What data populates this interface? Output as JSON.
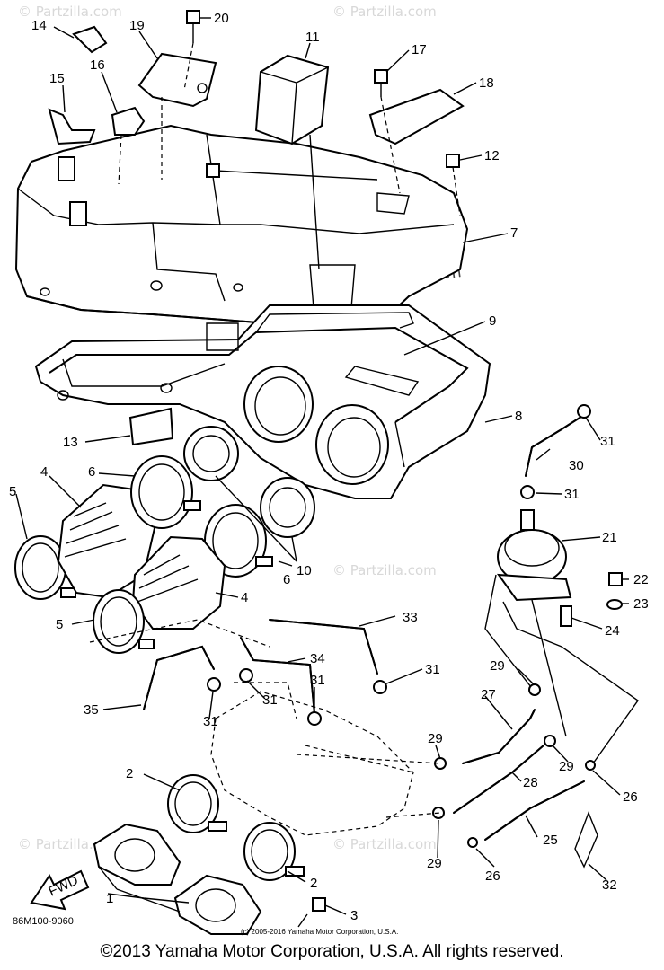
{
  "watermark": {
    "brand": "Partzilla.com",
    "small": "© Partzilla.com"
  },
  "labels": [
    {
      "id": "1",
      "text": "1"
    },
    {
      "id": "2a",
      "text": "2"
    },
    {
      "id": "2b",
      "text": "2"
    },
    {
      "id": "3",
      "text": "3"
    },
    {
      "id": "4a",
      "text": "4"
    },
    {
      "id": "4b",
      "text": "4"
    },
    {
      "id": "5a",
      "text": "5"
    },
    {
      "id": "5b",
      "text": "5"
    },
    {
      "id": "6a",
      "text": "6"
    },
    {
      "id": "6b",
      "text": "6"
    },
    {
      "id": "7",
      "text": "7"
    },
    {
      "id": "8",
      "text": "8"
    },
    {
      "id": "9",
      "text": "9"
    },
    {
      "id": "10",
      "text": "10"
    },
    {
      "id": "11",
      "text": "11"
    },
    {
      "id": "12",
      "text": "12"
    },
    {
      "id": "13",
      "text": "13"
    },
    {
      "id": "14",
      "text": "14"
    },
    {
      "id": "15",
      "text": "15"
    },
    {
      "id": "16",
      "text": "16"
    },
    {
      "id": "17",
      "text": "17"
    },
    {
      "id": "18",
      "text": "18"
    },
    {
      "id": "19",
      "text": "19"
    },
    {
      "id": "20",
      "text": "20"
    },
    {
      "id": "21",
      "text": "21"
    },
    {
      "id": "22",
      "text": "22"
    },
    {
      "id": "23",
      "text": "23"
    },
    {
      "id": "24",
      "text": "24"
    },
    {
      "id": "25",
      "text": "25"
    },
    {
      "id": "26a",
      "text": "26"
    },
    {
      "id": "26b",
      "text": "26"
    },
    {
      "id": "27",
      "text": "27"
    },
    {
      "id": "28",
      "text": "28"
    },
    {
      "id": "29a",
      "text": "29"
    },
    {
      "id": "29b",
      "text": "29"
    },
    {
      "id": "29c",
      "text": "29"
    },
    {
      "id": "29d",
      "text": "29"
    },
    {
      "id": "30",
      "text": "30"
    },
    {
      "id": "31a",
      "text": "31"
    },
    {
      "id": "31b",
      "text": "31"
    },
    {
      "id": "31c",
      "text": "31"
    },
    {
      "id": "31d",
      "text": "31"
    },
    {
      "id": "31e",
      "text": "31"
    },
    {
      "id": "31f",
      "text": "31"
    },
    {
      "id": "32",
      "text": "32"
    },
    {
      "id": "33",
      "text": "33"
    },
    {
      "id": "34",
      "text": "34"
    },
    {
      "id": "35",
      "text": "35"
    }
  ],
  "fwd_arrow": "FWD",
  "diagram_ref": "86M100-9060",
  "small_copyright": "(c) 2005-2016 Yamaha Motor Corporation, U.S.A.",
  "copyright": "©2013 Yamaha Motor Corporation, U.S.A. All rights reserved."
}
